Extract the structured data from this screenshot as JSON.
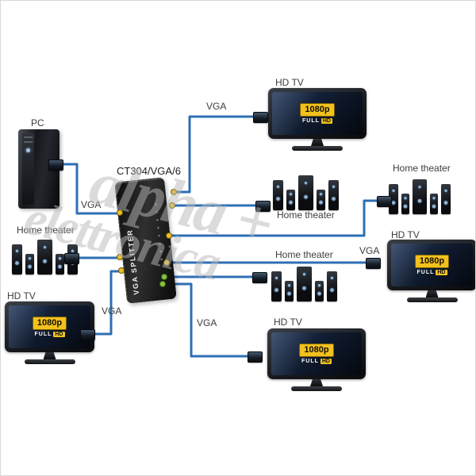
{
  "watermark": {
    "line1": "alpha +",
    "line2": "elettronica"
  },
  "splitter": {
    "model": "CT304/VGA/6",
    "product_label": "VGA SPLITTER"
  },
  "labels": {
    "pc": "PC",
    "hd_tv": "HD TV",
    "home_theater": "Home theater",
    "vga": "VGA"
  },
  "tv_screen": {
    "resolution": "1080p",
    "full": "FULL",
    "hd": "HD"
  }
}
